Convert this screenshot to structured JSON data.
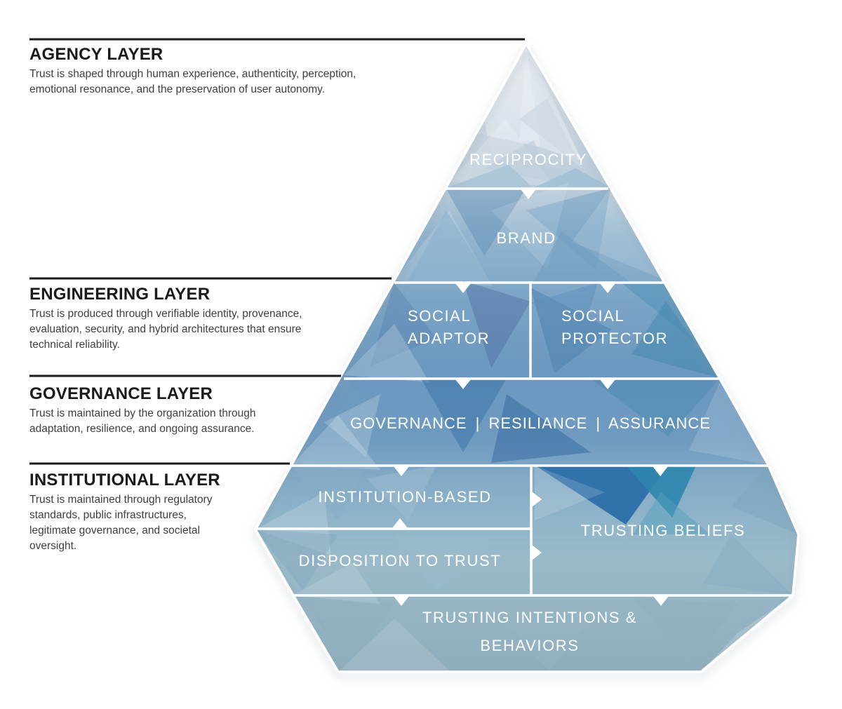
{
  "colors": {
    "facet_deep_blue": "#2d6fa9",
    "facet_teal": "#2e86ae",
    "facet_mid_blue": "#6b98bf",
    "facet_light": "#d5dce5",
    "divider_white": "#ffffff",
    "label_text": "#ffffff",
    "heading_text": "#1a1a19",
    "body_text": "#3f3f3e",
    "rule_black": "#1a1a19"
  },
  "layers": [
    {
      "title": "AGENCY LAYER",
      "description": "Trust is shaped through human experience, authenticity, perception, emotional resonance, and the preservation of user autonomy."
    },
    {
      "title": "ENGINEERING LAYER",
      "description": "Trust is produced through verifiable identity, provenance, evaluation, security, and hybrid architectures that ensure technical reliability."
    },
    {
      "title": "GOVERNANCE LAYER",
      "description": "Trust is maintained by the organization through adaptation, resilience, and ongoing assurance."
    },
    {
      "title": "INSTITUTIONAL LAYER",
      "description": "Trust is maintained through regulatory standards, public infrastructures, legitimate governance, and societal oversight."
    }
  ],
  "pyramid": {
    "reciprocity": "RECIPROCITY",
    "brand": "BRAND",
    "social_adaptor": "SOCIAL ADAPTOR",
    "social_protector": "SOCIAL PROTECTOR",
    "governance_row": "GOVERNANCE | RESILIANCE | ASSURANCE",
    "institution_based": "INSTITUTION-BASED",
    "trusting_beliefs": "TRUSTING BELIEFS",
    "disposition_to_trust": "DISPOSITION TO TRUST",
    "trusting_intentions_behaviors": "TRUSTING INTENTIONS & BEHAVIORS"
  }
}
